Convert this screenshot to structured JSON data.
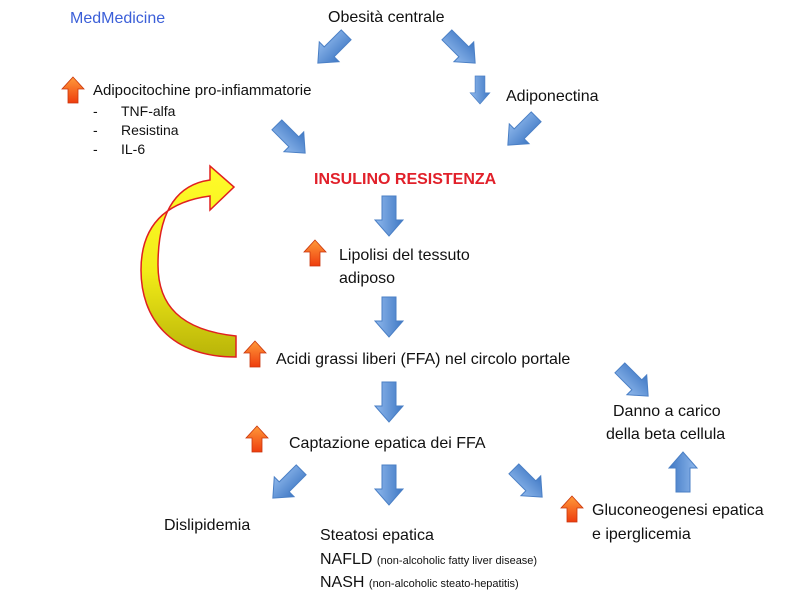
{
  "brand": "MedMedicine",
  "nodes": {
    "obesity": "Obesità centrale",
    "adipocytokines": "Adipocitochine pro-infiammatorie",
    "adipocytokine_items": [
      "TNF-alfa",
      "Resistina",
      "IL-6"
    ],
    "adiponectin": "Adiponectina",
    "insulin_resistance": "INSULINO RESISTENZA",
    "lipolysis_line1": "Lipolisi del tessuto",
    "lipolysis_line2": "adiposo",
    "ffa": "Acidi grassi liberi (FFA) nel circolo portale",
    "beta_line1": "Danno a carico",
    "beta_line2": "della beta cellula",
    "hepatic_uptake": "Captazione epatica dei FFA",
    "dyslipidemia": "Dislipidemia",
    "steatosis": "Steatosi epatica",
    "nafld_abbr": "NAFLD",
    "nafld_desc": "(non-alcoholic fatty liver disease)",
    "nash_abbr": "NASH",
    "nash_desc": "(non-alcoholic steato-hepatitis)",
    "gluco_line1": "Gluconeogenesi epatica",
    "gluco_line2": "e iperglicemia"
  },
  "colors": {
    "arrow_blue": "#5b93d6",
    "increase_arrow": "#f0541b",
    "feedback_arrow": "#f7f11a",
    "title_red": "#e1202a",
    "brand_blue": "#3b5fd8"
  }
}
